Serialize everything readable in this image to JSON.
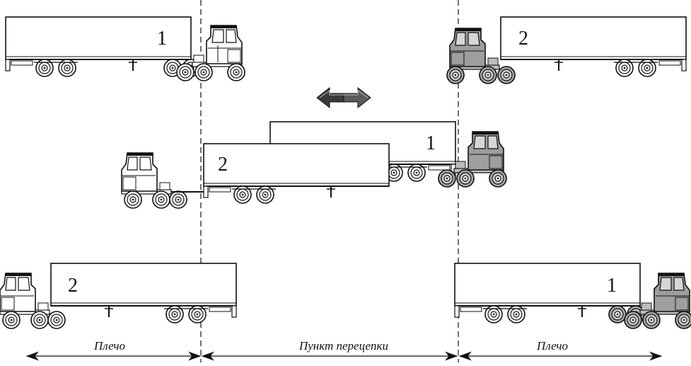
{
  "diagram": {
    "zones": {
      "left": "Плечо",
      "center": "Пункт перецепки",
      "right": "Плечо"
    },
    "rows": {
      "top": {
        "left_trailer": "1",
        "right_trailer": "2"
      },
      "middle": {
        "back_trailer": "1",
        "front_trailer": "2"
      },
      "bottom": {
        "left_trailer": "2",
        "right_trailer": "1"
      }
    },
    "colors": {
      "line": "#111111",
      "tractor_light": "#ffffff",
      "tractor_dark": "#9e9e9e",
      "arrow_dark": "#3a3a3a"
    },
    "icons": [
      "double-headed-arrow-icon",
      "truck-tractor-icon",
      "semi-trailer-icon"
    ]
  }
}
